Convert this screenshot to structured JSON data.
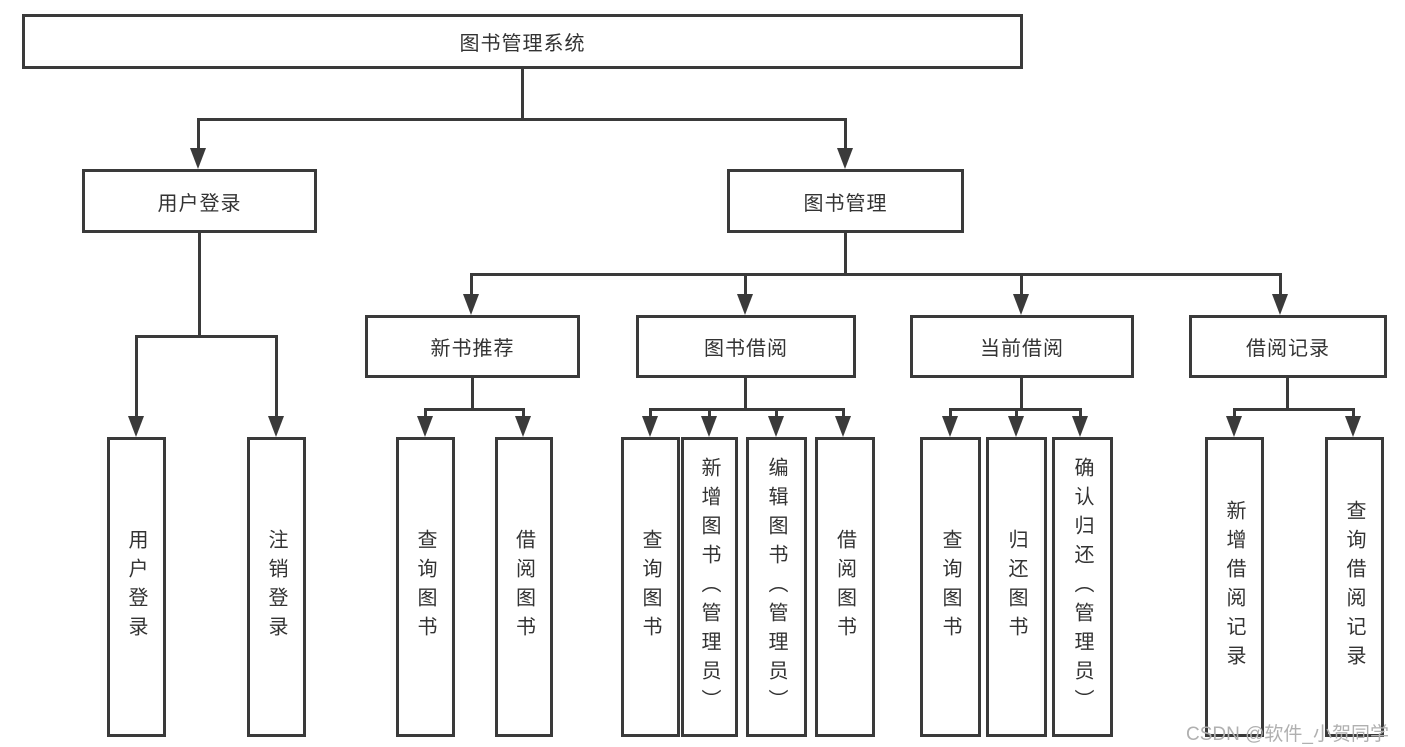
{
  "diagram": {
    "title_note": "functional structure diagram of a library management system",
    "root": {
      "label": "图书管理系统"
    },
    "level2": [
      {
        "id": "user-login",
        "label": "用户登录"
      },
      {
        "id": "book-management",
        "label": "图书管理"
      }
    ],
    "level3": [
      {
        "id": "new-book-recommend",
        "label": "新书推荐"
      },
      {
        "id": "book-borrowing",
        "label": "图书借阅"
      },
      {
        "id": "current-borrowing",
        "label": "当前借阅"
      },
      {
        "id": "borrowing-records",
        "label": "借阅记录"
      }
    ],
    "leaves": [
      {
        "parent": "user-login",
        "label": "用户登录"
      },
      {
        "parent": "user-login",
        "label": "注销登录"
      },
      {
        "parent": "new-book-recommend",
        "label": "查询图书"
      },
      {
        "parent": "new-book-recommend",
        "label": "借阅图书"
      },
      {
        "parent": "book-borrowing",
        "label": "查询图书"
      },
      {
        "parent": "book-borrowing",
        "label": "新增图书（管理员）"
      },
      {
        "parent": "book-borrowing",
        "label": "编辑图书（管理员）"
      },
      {
        "parent": "book-borrowing",
        "label": "借阅图书"
      },
      {
        "parent": "current-borrowing",
        "label": "查询图书"
      },
      {
        "parent": "current-borrowing",
        "label": "归还图书"
      },
      {
        "parent": "current-borrowing",
        "label": "确认归还（管理员）"
      },
      {
        "parent": "borrowing-records",
        "label": "新增借阅记录"
      },
      {
        "parent": "borrowing-records",
        "label": "查询借阅记录"
      }
    ],
    "colors": {
      "line": "#3a3a3a",
      "text": "#333333",
      "background": "#ffffff",
      "watermark": "#b0b0b0"
    }
  },
  "watermark": {
    "text": "CSDN @软件_小贺同学"
  }
}
